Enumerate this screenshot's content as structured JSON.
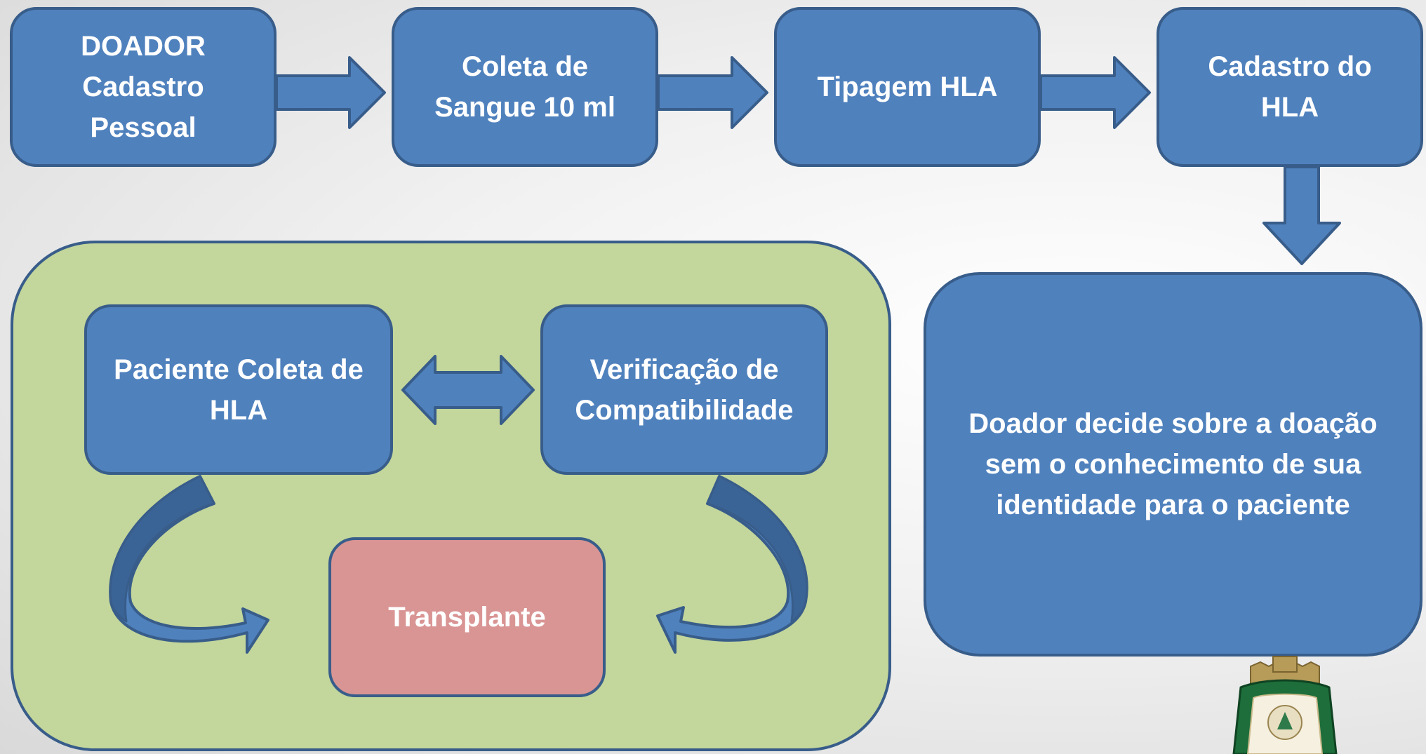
{
  "diagram": {
    "steps": [
      {
        "id": "doador",
        "label": "DOADOR\nCadastro\nPessoal"
      },
      {
        "id": "coleta",
        "label": "Coleta de\nSangue 10 ml"
      },
      {
        "id": "tipagem",
        "label": "Tipagem HLA"
      },
      {
        "id": "cadastro_hla",
        "label": "Cadastro do\nHLA"
      }
    ],
    "decision": {
      "label": "Doador decide sobre a doação\nsem o conhecimento de sua\nidentidade para o paciente"
    },
    "patient_cycle": {
      "paciente": {
        "label": "Paciente Coleta de\nHLA"
      },
      "verificacao": {
        "label": "Verificação de\nCompatibilidade"
      },
      "transplante": {
        "label": "Transplante"
      }
    }
  },
  "colors": {
    "box_fill": "#4f81bd",
    "box_border": "#385d8a",
    "panel_fill": "#c3d69b",
    "transplant_fill": "#d99594",
    "curve_dark": "#3b6496"
  },
  "emblem": {
    "icon": "ceara-coat-of-arms-icon"
  }
}
